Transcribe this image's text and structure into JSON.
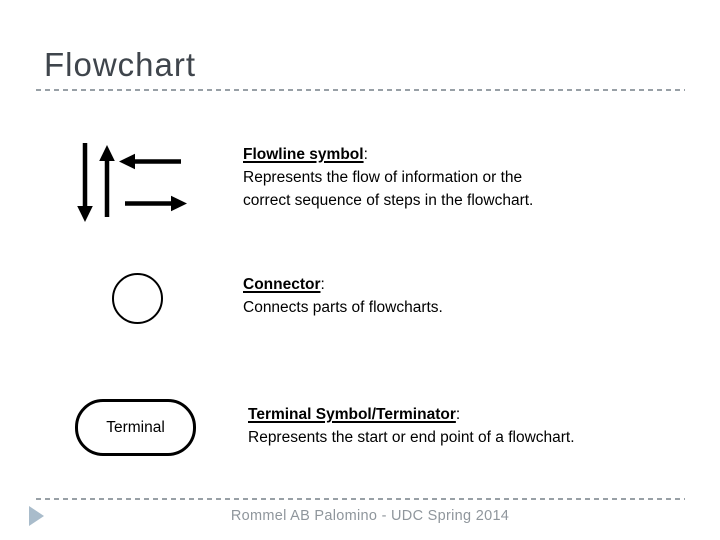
{
  "slide": {
    "title": "Flowchart",
    "footer_text": "Rommel AB Palomino - UDC Spring 2014"
  },
  "sections": {
    "flowline": {
      "symbol": "flowline-arrows",
      "heading": "Flowline symbol",
      "colon": ":",
      "body_line1": "Represents the flow of information or the",
      "body_line2": "correct sequence of steps in the flowchart."
    },
    "connector": {
      "symbol": "circle",
      "heading": "Connector",
      "colon": ":",
      "body_line1": "Connects parts of flowcharts."
    },
    "terminal": {
      "symbol": "rounded-rectangle",
      "symbol_label": "Terminal",
      "heading": "Terminal Symbol/Terminator",
      "colon": ":",
      "body_line1": "Represents the start or end point of a flowchart."
    }
  },
  "icons": {
    "footer_marker": "play-triangle-icon",
    "arrow_icons": [
      "down-arrow-icon",
      "up-arrow-icon",
      "left-arrow-icon",
      "right-arrow-icon"
    ]
  },
  "colors": {
    "background": "#ffffff",
    "title": "#3f454c",
    "content": "#000000",
    "divider": "#98a0a6",
    "footer_text": "#8f969c",
    "footer_triangle": "#a9bccb"
  }
}
